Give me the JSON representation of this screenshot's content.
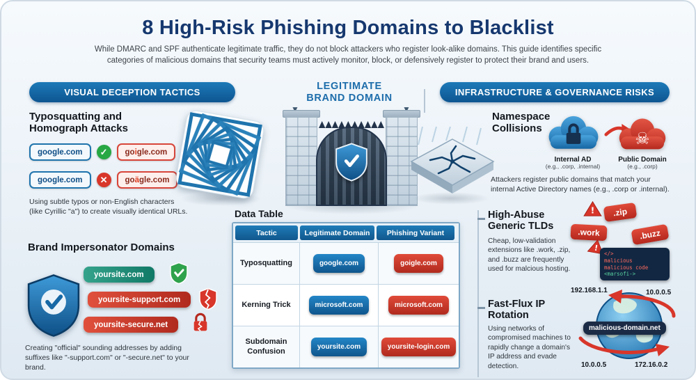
{
  "header": {
    "title": "8 High-Risk Phishing Domains to Blacklist",
    "subtitle_line1": "While DMARC and SPF authenticate legitimate traffic, they do not block attackers who register look-alike domains. This guide identifies specific",
    "subtitle_line2": "categories of malicious domains that security teams must actively monitor, block, or defensively register to protect their brand and users."
  },
  "banners": {
    "left": "VISUAL DECEPTION TACTICS",
    "center_line1": "LEGITIMATE",
    "center_line2": "BRAND DOMAIN",
    "right": "INFRASTRUCTURE & GOVERNANCE RISKS"
  },
  "icons": {
    "check": "✓",
    "cross": "✕",
    "skull": "☠",
    "warning": "!",
    "chevron_down": "▼"
  },
  "typosquatting": {
    "heading": "Typosquatting and Homograph Attacks",
    "rows": [
      {
        "legit": "google.com",
        "variant_prefix": "go",
        "variant_char": "i",
        "variant_suffix": "gle.com"
      },
      {
        "legit": "google.com",
        "variant_prefix": "go",
        "variant_char": "ä",
        "variant_suffix": "gle.com"
      }
    ],
    "description": "Using subtle typos or non-English characters (like Cyrillic \"a\") to create visually identical URLs."
  },
  "impersonator": {
    "heading": "Brand Impersonator Domains",
    "domains": [
      {
        "label": "yoursite.com"
      },
      {
        "label": "yoursite-support.com"
      },
      {
        "label": "yoursite-secure.net"
      }
    ],
    "description": "Creating \"official\" sounding addresses by adding suffixes like \"-support.com\" or \"-secure.net\" to your brand."
  },
  "data_table": {
    "heading": "Data Table",
    "columns": [
      "Tactic",
      "Legitimate Domain",
      "Phishing Variant"
    ],
    "rows": [
      {
        "tactic": "Typosquatting",
        "legit": "google.com",
        "variant": "goigle.com"
      },
      {
        "tactic": "Kerning Trick",
        "legit": "microsoft.com",
        "variant": "microsoft.com"
      },
      {
        "tactic": "Subdomain Confusion",
        "legit": "yoursite.com",
        "variant": "yoursite-login.com"
      }
    ]
  },
  "namespace": {
    "heading": "Namespace Collisions",
    "internal_label": "Internal AD",
    "internal_sub": "(e.g., .corp, .internal)",
    "public_label": "Public Domain",
    "public_sub": "(e.g., .corp)",
    "description": "Attackers register public domains that match your internal Active Directory names (e.g., .corp or .internal)."
  },
  "tlds": {
    "heading": "High-Abuse Generic TLDs",
    "description": "Cheap, low-validation extensions like .work, .zip, and .buzz are frequently used for malcious hosting.",
    "tags": [
      ".zip",
      ".work",
      ".buzz"
    ],
    "code_line1": "</>",
    "code_line2": "malicious",
    "code_line3": "malicious code",
    "code_line4": "<marsofi->"
  },
  "fastflux": {
    "heading": "Fast-Flux IP Rotation",
    "description": "Using networks of compromised machines to rapidly change a domain's IP address and evade detection.",
    "domain_badge": "malicious-domain.net",
    "ip_top_left": "192.168.1.1",
    "ip_top_right": "10.0.0.5",
    "ip_bottom_left": "10.0.0.5",
    "ip_bottom_right": "172.16.0.2"
  }
}
